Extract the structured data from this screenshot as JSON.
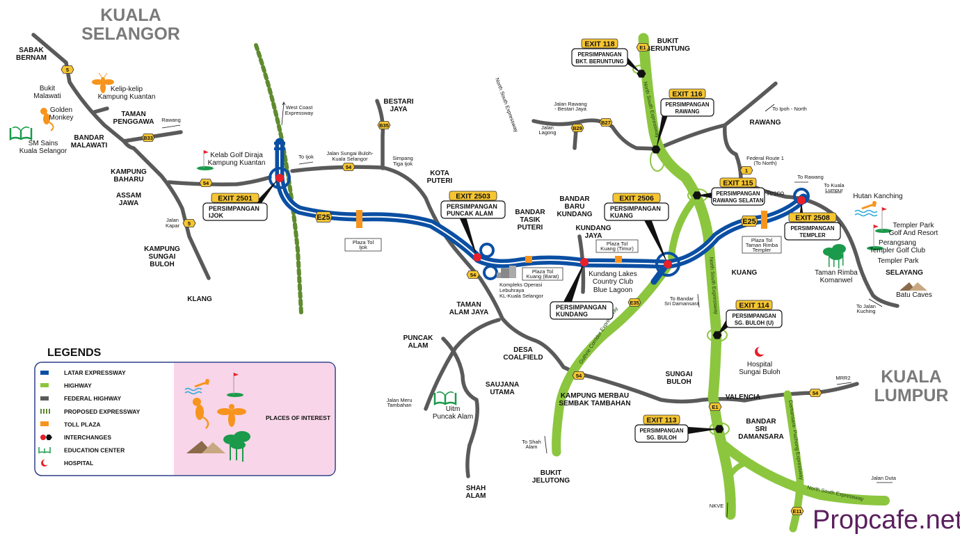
{
  "colors": {
    "latar": "#0b4fa3",
    "highway": "#8cc63f",
    "federal": "#5a5a5a",
    "proposed": "#5f8a2e",
    "toll": "#f7941d",
    "interchange_red": "#e8202a",
    "education": "#1a9a4a",
    "hospital": "#e8202a",
    "poi_bg": "#f8d5e8",
    "watermark": "#5b1f5e"
  },
  "regions": {
    "kuala_selangor": [
      "KUALA",
      "SELANGOR"
    ],
    "kuala_lumpur": [
      "KUALA",
      "LUMPUR"
    ]
  },
  "places": {
    "sabak_bernam": [
      "SABAK",
      "BERNAM"
    ],
    "bukit_malawati": [
      "Bukit",
      "Malawati"
    ],
    "golden_monkey": [
      "Golden",
      "Monkey"
    ],
    "sm_sains": [
      "SM Sains",
      "Kuala Selangor"
    ],
    "kelip_kelip": [
      "Kelip-kelip",
      "Kampung Kuantan"
    ],
    "taman_penggawa": [
      "TAMAN",
      "PENGGAWA"
    ],
    "bandar_malawati": [
      "BANDAR",
      "MALAWATI"
    ],
    "kampung_baharu": [
      "KAMPUNG",
      "BAHARU"
    ],
    "assam_jawa": [
      "ASSAM",
      "JAWA"
    ],
    "jalan_kapar": [
      "Jalan",
      "Kapar"
    ],
    "kampung_sungai_buloh": [
      "KAMPUNG",
      "SUNGAI",
      "BULOH"
    ],
    "klang": [
      "KLANG"
    ],
    "golf_diraja": [
      "Kelab Golf Diraja",
      "Kampung Kuantan"
    ],
    "west_coast": [
      "West Coast",
      "Expressway"
    ],
    "to_ijok": [
      "To Ijok"
    ],
    "rawang_arrow": [
      "Rawang"
    ],
    "jalan_sg_buloh": [
      "Jalan Sungai Buloh-",
      "Kuala Selangor"
    ],
    "bestari_jaya": [
      "BESTARI",
      "JAYA"
    ],
    "simpang_tiga": [
      "Simpang",
      "Tiga Ijok"
    ],
    "kota_puteri": [
      "KOTA",
      "PUTERI"
    ],
    "tasik_puteri": [
      "BANDAR",
      "TASIK",
      "PUTERI"
    ],
    "baru_kundang": [
      "BANDAR",
      "BARU",
      "KUNDANG"
    ],
    "kundang_jaya": [
      "KUNDANG",
      "JAYA"
    ],
    "kundang_lakes": [
      "Kundang Lakes",
      "Country Club"
    ],
    "blue_lagoon": [
      "Blue Lagoon"
    ],
    "kompleks": [
      "Kompleks Operasi",
      "Lebuhraya",
      "KL-Kuala Selangor"
    ],
    "taman_alam_jaya": [
      "TAMAN",
      "ALAM JAYA"
    ],
    "puncak_alam": [
      "PUNCAK",
      "ALAM"
    ],
    "desa_coalfield": [
      "DESA",
      "COALFIELD"
    ],
    "saujana_utama": [
      "SAUJANA",
      "UTAMA"
    ],
    "jalan_meru": [
      "Jalan Meru",
      "Tambahan"
    ],
    "uitm": [
      "Uitm",
      "Puncak Alam"
    ],
    "to_shah_alam": [
      "To Shah",
      "Alam"
    ],
    "shah_alam": [
      "SHAH",
      "ALAM"
    ],
    "bukit_jelutong": [
      "BUKIT",
      "JELUTONG"
    ],
    "kampung_merbau": [
      "KAMPUNG MERBAU",
      "SEMBAK TAMBAHAN"
    ],
    "sungai_buloh": [
      "SUNGAI",
      "BULOH"
    ],
    "valencia": [
      "VALENCIA"
    ],
    "bandar_sri_damansara": [
      "BANDAR",
      "SRI",
      "DAMANSARA"
    ],
    "hospital_sg_buloh": [
      "Hospital",
      "Sungai Buloh"
    ],
    "mrr2": [
      "MRR2"
    ],
    "jalan_duta": [
      "Jalan Duta"
    ],
    "nkve": [
      "NKVE"
    ],
    "to_bandar_sri": [
      "To Bandar",
      "Sri Damansara"
    ],
    "kuang": [
      "KUANG"
    ],
    "taman_rimba": [
      "Taman Rimba",
      "Komanwel"
    ],
    "selayang": [
      "SELAYANG"
    ],
    "batu_caves": [
      "Batu Caves"
    ],
    "to_jalan_kuching": [
      "To Jalan",
      "Kuching"
    ],
    "templer_park": [
      "Templer Park"
    ],
    "perangsang": [
      "Perangsang",
      "Templer Golf Club"
    ],
    "templer_golf": [
      "Templer Park",
      "Golf And Resort"
    ],
    "hutan_kanching": [
      "Hutan Kanching"
    ],
    "to_kuala_lumpur": [
      "To Kuala",
      "Lumpur"
    ],
    "to_rawang": [
      "To Rawang"
    ],
    "tesco": [
      "Tesco"
    ],
    "federal_route1": [
      "Federal Route 1",
      "(To North)"
    ],
    "rawang": [
      "RAWANG"
    ],
    "to_ipoh": [
      "To Ipoh -  North"
    ],
    "bukit_beruntung": [
      "BUKIT",
      "BERUNTUNG"
    ],
    "jalan_rawang": [
      "Jalan Rawang",
      "- Bestari Jaya"
    ],
    "jalan_lagong": [
      "Jalan",
      "Lagong"
    ],
    "plaza_ijok": [
      "Plaza Tol",
      "Ijok"
    ],
    "plaza_kuang_barat": [
      "Plaza Tol",
      "Kuang (Barat)"
    ],
    "plaza_kuang_timur": [
      "Plaza Tol",
      "Kuang (Timur)"
    ],
    "plaza_templer": [
      "Plaza Tol",
      "Taman Rimba",
      "Templer"
    ]
  },
  "road_names": {
    "nse_north": "North South Expressway",
    "nse_west": "North South Expressway",
    "guthrie": "Guthrie Corridor Expressway",
    "dpe": "Damansara- Puchong Expressway",
    "nse_east": "North South Expressway"
  },
  "shields": [
    "5",
    "5",
    "B33",
    "54",
    "54",
    "B35",
    "B29",
    "B27",
    "E1",
    "1",
    "E25",
    "E25",
    "54",
    "E35",
    "54",
    "E1",
    "54",
    "E11"
  ],
  "exits": [
    {
      "exit": "EXIT 2501",
      "name": [
        "PERSIMPANGAN",
        "IJOK"
      ]
    },
    {
      "exit": "EXIT 2503",
      "name": [
        "PERSIMPANGAN",
        "PUNCAK ALAM"
      ]
    },
    {
      "exit": "EXIT 2506",
      "name": [
        "PERSIMPANGAN",
        "KUANG"
      ]
    },
    {
      "exit": "EXIT 2508",
      "name": [
        "PERSIMPANGAN",
        "TEMPLER"
      ]
    },
    {
      "exit": "",
      "name": [
        "PERSIMPANGAN",
        "KUNDANG"
      ]
    },
    {
      "exit": "EXIT 118",
      "name": [
        "PERSIMPANGAN",
        "BKT. BERUNTUNG"
      ]
    },
    {
      "exit": "EXIT 116",
      "name": [
        "PERSIMPANGAN",
        "RAWANG"
      ]
    },
    {
      "exit": "EXIT 115",
      "name": [
        "PERSIMPANGAN",
        "RAWANG SELATAN"
      ]
    },
    {
      "exit": "EXIT 114",
      "name": [
        "PERSIMPANGAN",
        "SG. BULOH (U)"
      ]
    },
    {
      "exit": "EXIT 113",
      "name": [
        "PERSIMPANGAN",
        "SG. BULOH"
      ]
    }
  ],
  "legend": {
    "title": "LEGENDS",
    "items": [
      "LATAR EXPRESSWAY",
      "HIGHWAY",
      "FEDERAL HIGHWAY",
      "PROPOSED EXPRESSWAY",
      "TOLL PLAZA",
      "INTERCHANGES",
      "EDUCATION CENTER",
      "HOSPITAL"
    ],
    "places_of_interest": "PLACES OF INTEREST"
  },
  "watermark": "Propcafe.net"
}
